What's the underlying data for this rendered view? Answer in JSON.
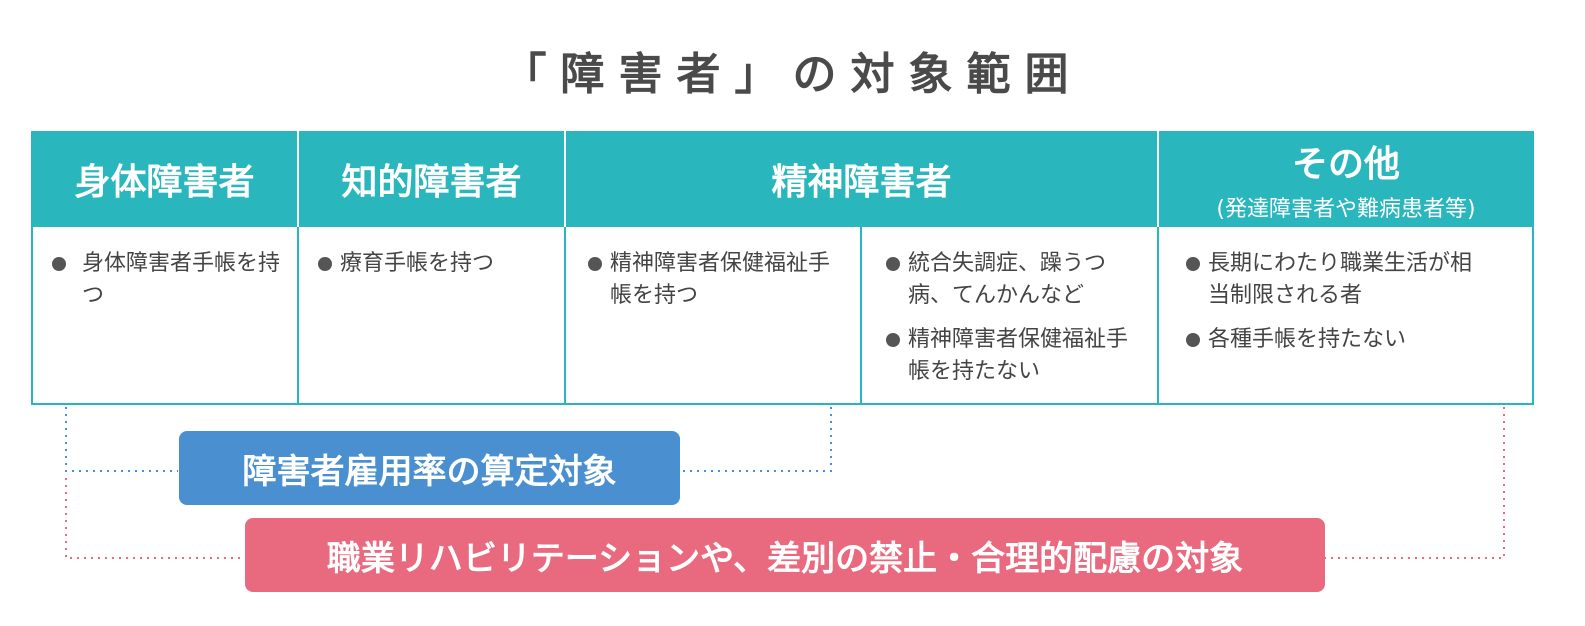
{
  "title": "「障害者」の対象範囲",
  "headers": {
    "physical": "身体障害者",
    "intellectual": "知的障害者",
    "mental": "精神障害者",
    "other": "その他",
    "other_sub": "(発達障害者や難病患者等)"
  },
  "cells": {
    "physical": [
      "身体障害者手帳を持つ"
    ],
    "intellectual": [
      "療育手帳を持つ"
    ],
    "mental_a": [
      "精神障害者保健福祉手帳を持つ"
    ],
    "mental_b": [
      "統合失調症、躁うつ病、てんかんなど",
      "精神障害者保健福祉手帳を持たない"
    ],
    "other": [
      "長期にわたり職業生活が相当制限される者",
      "各種手帳を持たない"
    ]
  },
  "labels": {
    "employment": "障害者雇用率の算定対象",
    "rehab": "職業リハビリテーションや、差別の禁止・合理的配慮の対象"
  },
  "colors": {
    "header_teal": "#29b6bd",
    "employment_blue": "#4a90d0",
    "rehab_pink": "#e96a7f"
  }
}
